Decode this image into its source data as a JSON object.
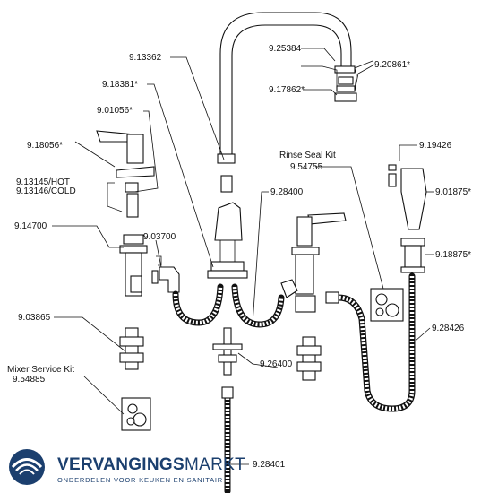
{
  "labels": {
    "p_9_13362": "9.13362",
    "p_9_18381": "9.18381*",
    "p_9_01056": "9.01056*",
    "p_9_18056": "9.18056*",
    "p_9_13145": "9.13145/HOT",
    "p_9_13146": "9.13146/COLD",
    "p_9_14700": "9.14700",
    "p_9_03700": "9.03700",
    "p_9_03865": "9.03865",
    "mixer_title": "Mixer Service Kit",
    "mixer_code": "9.54885",
    "p_9_25384": "9.25384",
    "p_9_17862": "9.17862*",
    "p_9_20861": "9.20861*",
    "rinse_title": "Rinse Seal Kit",
    "rinse_code": "9.54755",
    "p_9_19426": "9.19426",
    "p_9_28400": "9.28400",
    "p_9_01875": "9.01875*",
    "p_9_18875": "9.18875*",
    "p_9_28426": "9.28426",
    "p_9_26400": "9.26400",
    "p_9_28401": "9.28401"
  },
  "brand": {
    "name_bold": "VERVANGINGS",
    "name_light": "MARKT",
    "tagline": "ONDERDELEN VOOR KEUKEN EN SANITAIR"
  },
  "colors": {
    "brand_blue": "#1b3f6e",
    "line": "#111111"
  }
}
